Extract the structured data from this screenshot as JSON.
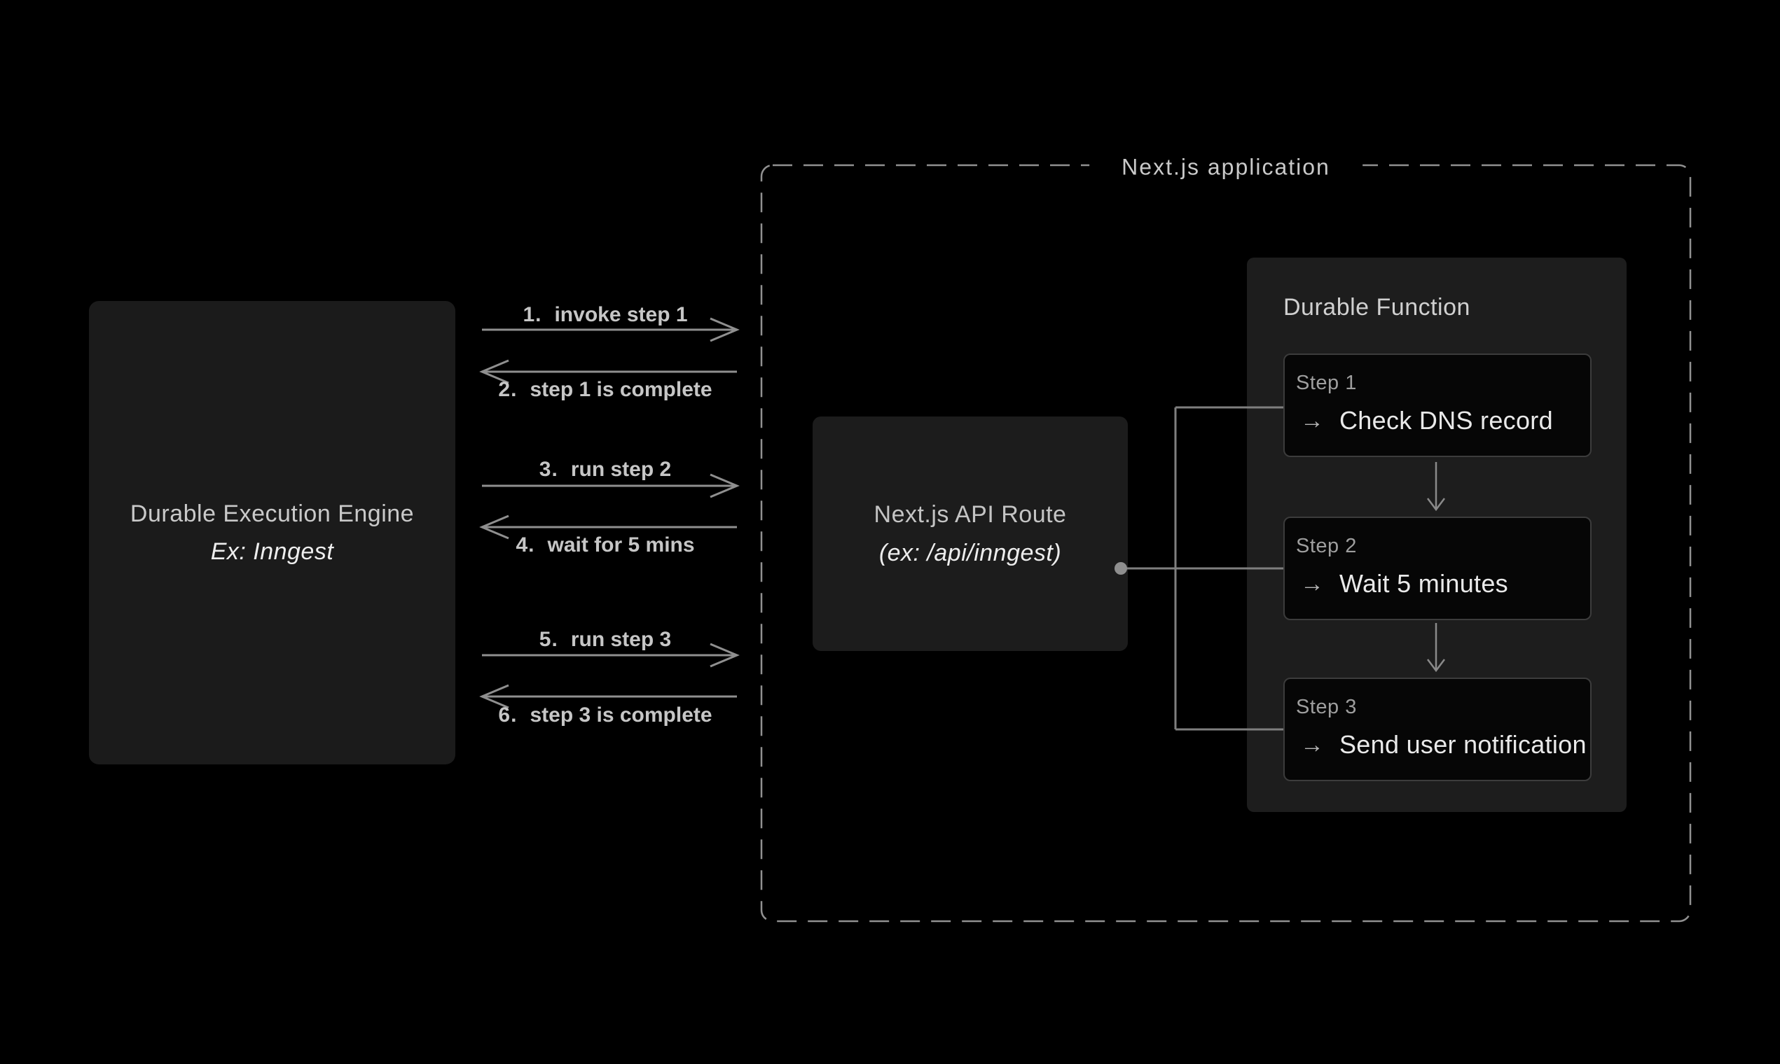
{
  "engine_box": {
    "title": "Durable Execution Engine",
    "subtitle": "Ex: Inngest"
  },
  "messages": [
    {
      "num": "1.",
      "text": "invoke step 1",
      "direction": "right"
    },
    {
      "num": "2.",
      "text": "step 1 is complete",
      "direction": "left"
    },
    {
      "num": "3.",
      "text": "run step 2",
      "direction": "right"
    },
    {
      "num": "4.",
      "text": "wait for 5 mins",
      "direction": "left"
    },
    {
      "num": "5.",
      "text": "run step 3",
      "direction": "right"
    },
    {
      "num": "6.",
      "text": "step 3 is complete",
      "direction": "left"
    }
  ],
  "nextjs_container": {
    "label": "Next.js application"
  },
  "api_route_box": {
    "title": "Next.js API Route",
    "subtitle": "(ex: /api/inngest)"
  },
  "durable_function": {
    "title": "Durable Function",
    "steps": [
      {
        "label": "Step 1",
        "action": "Check DNS record"
      },
      {
        "label": "Step 2",
        "action": "Wait 5 minutes"
      },
      {
        "label": "Step 3",
        "action": "Send user notification"
      }
    ]
  },
  "icons": {
    "step_arrow": "→"
  },
  "colors": {
    "background": "#000000",
    "box_fill": "#1b1b1b",
    "panel_fill": "#1d1d1d",
    "step_fill": "#060606",
    "step_border": "#3c3c3c",
    "line_gray": "#8f8f8f",
    "connector_gray": "#7f7f7f",
    "dash_gray": "#919191",
    "text_bright": "#e9e9e9",
    "text_mid": "#c6c6c6",
    "text_dim": "#9e9e9e"
  }
}
